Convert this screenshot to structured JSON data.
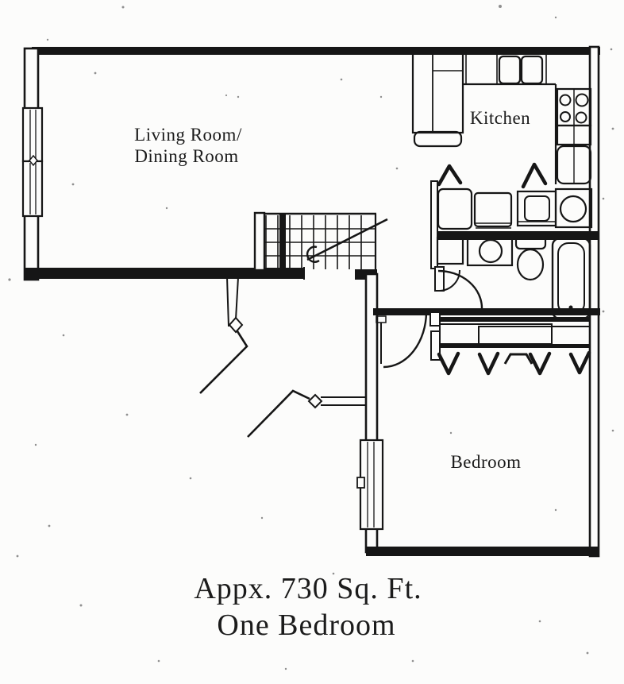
{
  "page": {
    "type": "scanned floor plan",
    "paper_color": "#fcfcfb",
    "ink_color": "#161616"
  },
  "floorplan": {
    "rooms": {
      "living_dining": {
        "label_line1": "Living Room/",
        "label_line2": "Dining Room"
      },
      "kitchen": {
        "label": "Kitchen"
      },
      "bedroom": {
        "label": "Bedroom"
      }
    },
    "fixtures": [
      "double-sink",
      "stove-4-burners",
      "kitchen-l-counter",
      "refrigerator-counter",
      "washer-dryer-appliance",
      "laundry-sink",
      "clothes-hanger-symbols",
      "vanity-round-sink",
      "toilet",
      "bathtub",
      "staircase-grid",
      "entry-door-ajar-1",
      "entry-door-ajar-2",
      "bathroom-door-swing",
      "bedroom-door-swing",
      "closet-sliding-doors",
      "window-living-1",
      "window-living-2",
      "window-bedroom"
    ],
    "caption": {
      "line1": "Appx. 730 Sq. Ft.",
      "line2": "One Bedroom"
    }
  }
}
